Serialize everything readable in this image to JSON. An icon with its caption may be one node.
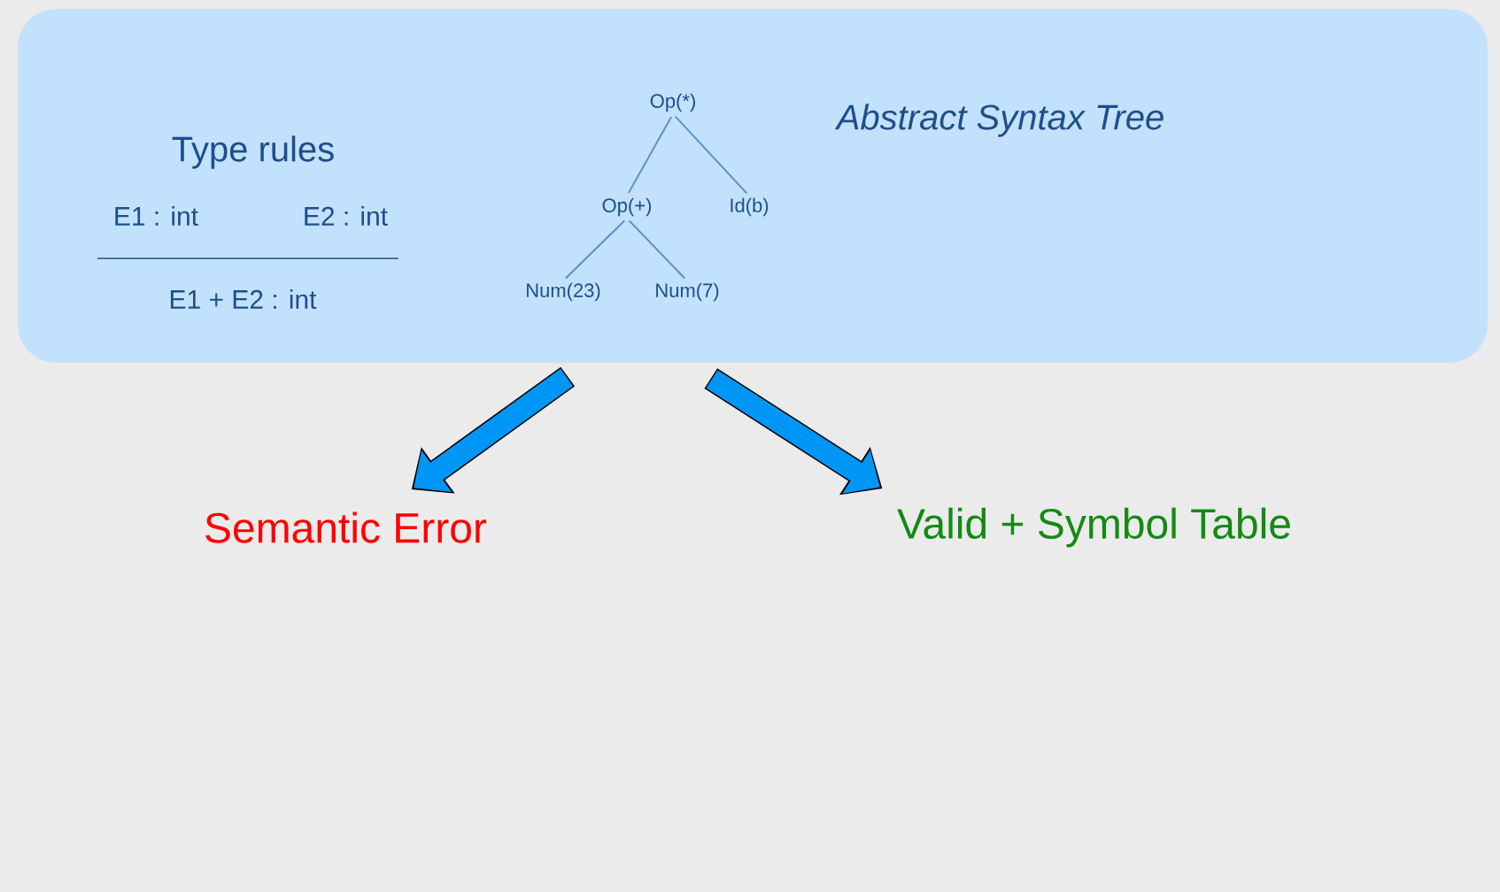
{
  "diagram": {
    "nodes": [
      {
        "text": [],
        "shape": "box"
      },
      {
        "text": [
          "Op(*)"
        ],
        "in": 0
      },
      {
        "text": [
          "Op(+)"
        ],
        "in": 0
      },
      {
        "text": [
          "Id(b)"
        ],
        "in": 0
      },
      {
        "text": [
          "Num(23)"
        ],
        "in": 0
      },
      {
        "text": [
          "Num(7)"
        ],
        "in": 0
      },
      {
        "text": [
          "Semantic Error"
        ]
      },
      {
        "text": [
          "Valid + Symbol Table"
        ]
      }
    ],
    "edges": [
      {
        "from": 1,
        "to": 2,
        "arrow": "none"
      },
      {
        "from": 1,
        "to": 3,
        "arrow": "none"
      },
      {
        "from": 2,
        "to": 4,
        "arrow": "none"
      },
      {
        "from": 2,
        "to": 5,
        "arrow": "none"
      },
      {
        "from": 0,
        "to": 6,
        "arrow": "to",
        "style": "thick",
        "color": "#0096f5"
      },
      {
        "from": 0,
        "to": 7,
        "arrow": "to",
        "style": "thick",
        "color": "#0096f5"
      }
    ],
    "labels": [
      "Type rules",
      "E1 : int",
      "E2 : int",
      "E1 + E2 : int",
      "Abstract Syntax Tree"
    ]
  }
}
